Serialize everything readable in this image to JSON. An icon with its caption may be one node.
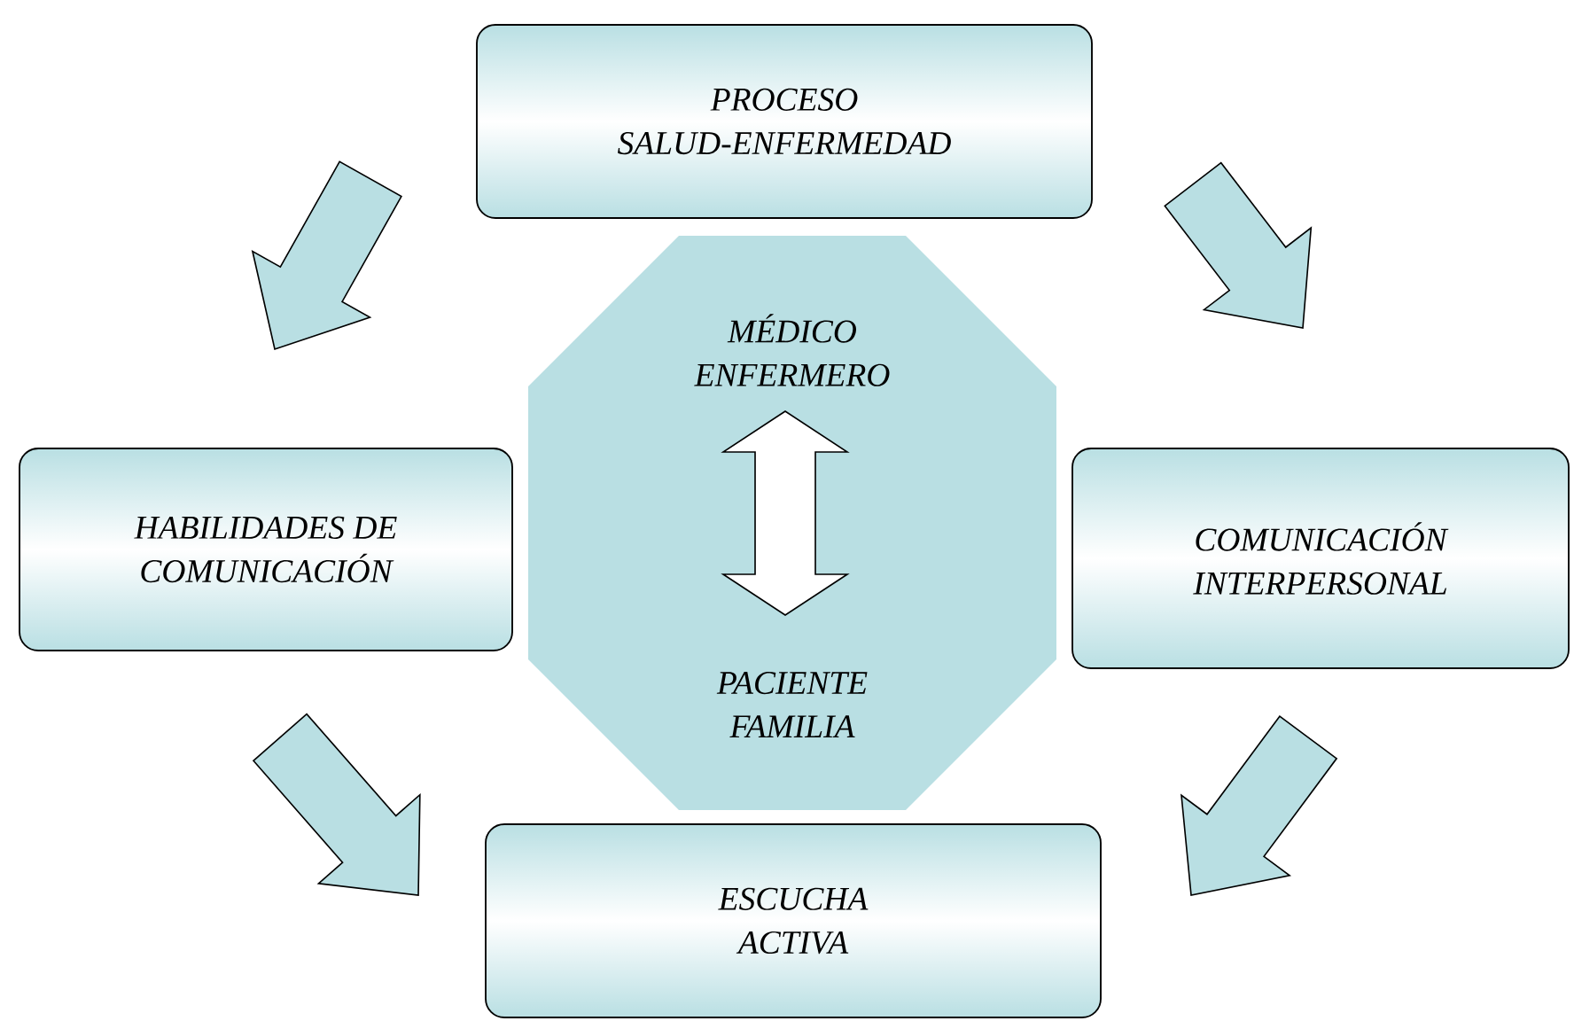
{
  "diagram": {
    "nodes": [
      {
        "text": [
          "PROCESO SALUD-ENFERMEDAD"
        ]
      },
      {
        "text": [
          "HABILIDADES DE COMUNICACIÓN"
        ]
      },
      {
        "text": [],
        "shape": "octagon"
      },
      {
        "text": [
          "MÉDICO ENFERMERO"
        ],
        "in": 2
      },
      {
        "text": [
          "PACIENTE FAMILIA"
        ],
        "in": 2
      },
      {
        "text": [
          "COMUNICACIÓN INTERPERSONAL"
        ]
      },
      {
        "text": [
          "ESCUCHA ACTIVA"
        ]
      }
    ],
    "edges": [
      {
        "from": 0,
        "to": 1,
        "arrow": "to"
      },
      {
        "from": 0,
        "to": 5,
        "arrow": "to"
      },
      {
        "from": 1,
        "to": 6,
        "arrow": "to"
      },
      {
        "from": 5,
        "to": 6,
        "arrow": "to"
      },
      {
        "from": 3,
        "to": 4,
        "arrow": "both",
        "color": "#ffffff"
      }
    ]
  }
}
